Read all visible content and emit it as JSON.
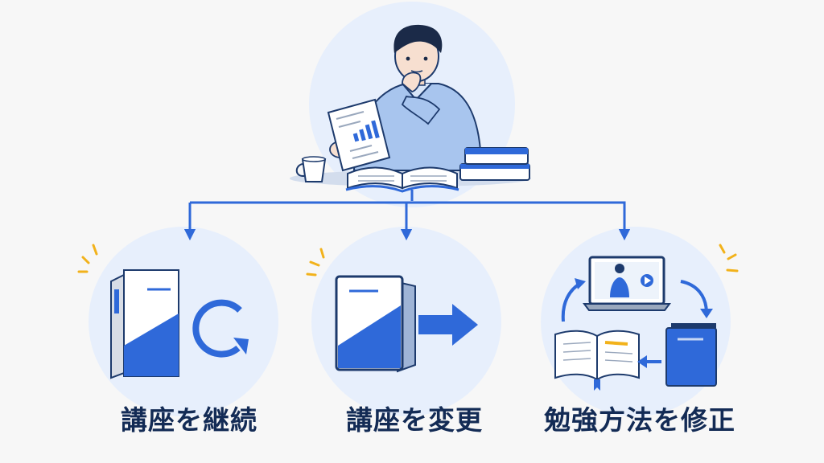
{
  "options": [
    {
      "label": "講座を継続"
    },
    {
      "label": "講座を変更"
    },
    {
      "label": "勉強方法を修正"
    }
  ],
  "colors": {
    "background": "#f7f7f7",
    "circle": "#e7effc",
    "accent_blue": "#2f69d9",
    "navy": "#132b55",
    "spark_yellow": "#f2b21b"
  },
  "icons": [
    "thinking-man-icon",
    "report-chart-icon",
    "open-book-icon",
    "book-stack-icon",
    "coffee-cup-icon",
    "textbook-icon",
    "refresh-icon",
    "tablet-icon",
    "arrow-right-icon",
    "laptop-video-icon",
    "cycle-arrows-icon"
  ]
}
